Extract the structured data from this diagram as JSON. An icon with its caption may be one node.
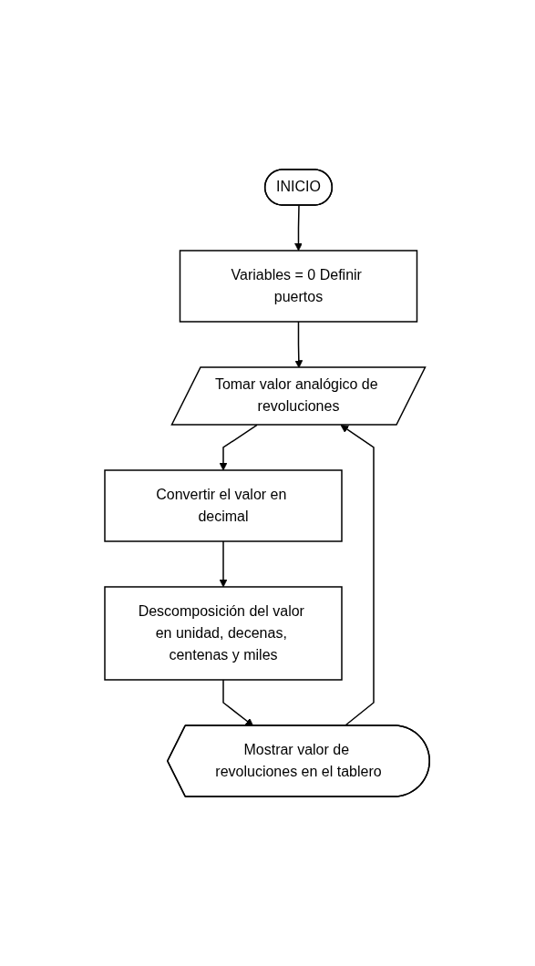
{
  "diagram": {
    "nodes": [
      {
        "text": [
          "INICIO"
        ]
      },
      {
        "text": [
          "Variables = 0 Definir puertos"
        ]
      },
      {
        "text": [
          "Tomar valor analógico de revoluciones"
        ]
      },
      {
        "text": [
          "Convertir el valor en decimal"
        ]
      },
      {
        "text": [
          "Descomposición del valor en unidad, decenas, centenas y miles"
        ]
      },
      {
        "text": [
          "Mostrar valor de revoluciones en el tablero"
        ]
      }
    ],
    "edges": [
      {
        "from": 0,
        "to": 1,
        "arrow": "to"
      },
      {
        "from": 1,
        "to": 2,
        "arrow": "to"
      },
      {
        "from": 2,
        "to": 3,
        "arrow": "to"
      },
      {
        "from": 3,
        "to": 4,
        "arrow": "to"
      },
      {
        "from": 4,
        "to": 5,
        "arrow": "to"
      },
      {
        "from": 5,
        "to": 2,
        "arrow": "to"
      }
    ]
  }
}
